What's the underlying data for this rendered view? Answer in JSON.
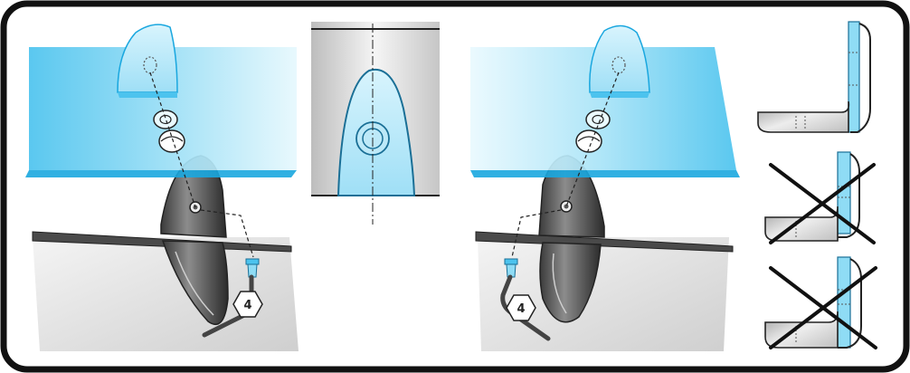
{
  "diagram": {
    "panels": [
      {
        "id": "mount-left",
        "tool_label": "4"
      },
      {
        "id": "front-detail"
      },
      {
        "id": "mount-right",
        "tool_label": "4"
      },
      {
        "id": "alignment-checks",
        "checks": [
          {
            "id": "correct",
            "status": "correct"
          },
          {
            "id": "wrong-1",
            "status": "incorrect"
          },
          {
            "id": "wrong-2",
            "status": "incorrect"
          }
        ]
      }
    ],
    "colors": {
      "frame": "#111111",
      "glass": "#8fdcf5",
      "glass_edge": "#1aa7df",
      "metal_light": "#e9e9e9",
      "metal_dark": "#6e6e6e",
      "hex_key": "#555555"
    }
  }
}
